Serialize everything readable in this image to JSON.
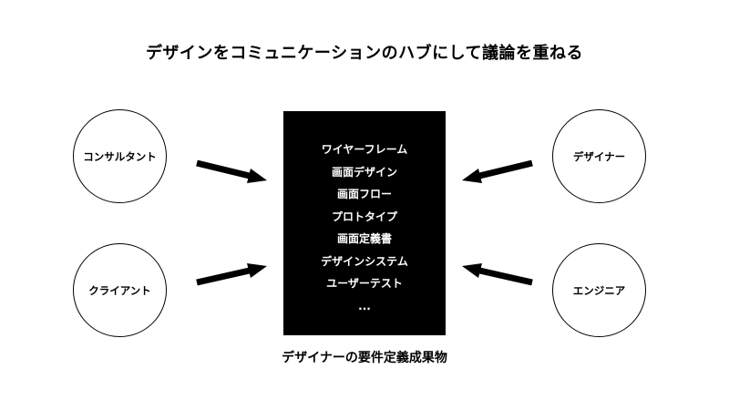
{
  "title": "デザインをコミュニケーションのハブにして議論を重ねる",
  "roles": {
    "consultant": "コンサルタント",
    "client": "クライアント",
    "designer": "デザイナー",
    "engineer": "エンジニア"
  },
  "deliverables": {
    "items": [
      "ワイヤーフレーム",
      "画面デザイン",
      "画面フロー",
      "プロトタイプ",
      "画面定義書",
      "デザインシステム",
      "ユーザーテスト",
      "..."
    ],
    "caption": "デザイナーの要件定義成果物"
  },
  "colors": {
    "box_background": "#000000",
    "box_text": "#ffffff",
    "stroke": "#000000"
  },
  "icons": [
    "arrow-right-icon",
    "arrow-left-icon"
  ]
}
